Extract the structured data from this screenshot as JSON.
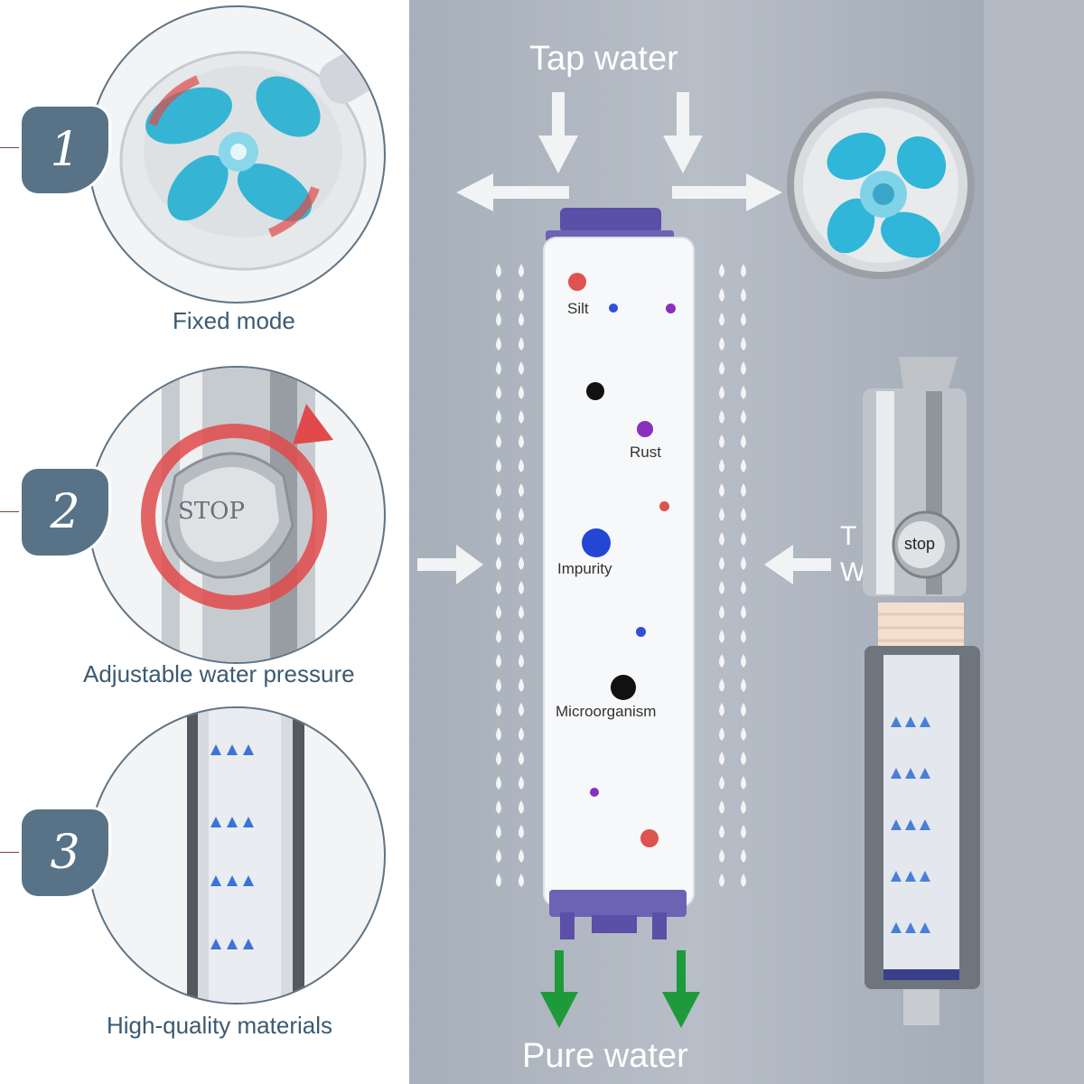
{
  "steps": [
    {
      "number": "1",
      "caption": "Fixed mode"
    },
    {
      "number": "2",
      "caption": "Adjustable water pressure",
      "button_text": "STOP"
    },
    {
      "number": "3",
      "caption": "High-quality materials"
    }
  ],
  "flow": {
    "inlet_label": "Tap water",
    "outlet_label": "Pure water",
    "side_label": "T W"
  },
  "cartridge": {
    "labels": {
      "silt": "Silt",
      "rust": "Rust",
      "impurity": "Impurity",
      "microorganism": "Microorganism"
    }
  },
  "shower_head": {
    "button_text": "stop"
  },
  "colors": {
    "badge": "#587387",
    "caption": "#3b5a72",
    "panel": "#b0b7c1",
    "fan_blue": "#2fb6d8",
    "red_arrow": "#e04a4a",
    "green_arrow": "#1f9a3a",
    "cartridge_cap": "#5b4fa8"
  }
}
